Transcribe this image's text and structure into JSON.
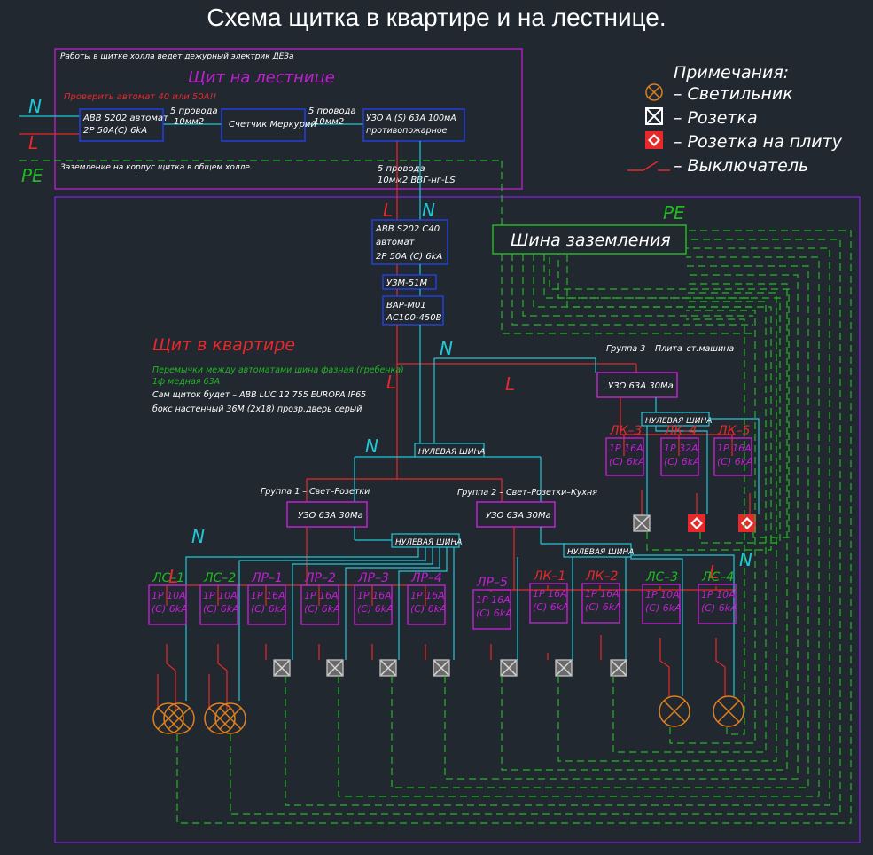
{
  "title": "Схема щитка в квартире и на лестнице.",
  "colors": {
    "background": "#212830",
    "red": "#e8282a",
    "cyan": "#20c8d8",
    "green": "#22b822",
    "magenta": "#c020d0",
    "purple": "#8020e0",
    "blue": "#2040e0",
    "white": "#ffffff",
    "yellow": "#e8e800",
    "orange": "#e08020"
  },
  "notes": {
    "heading": "Примечания:",
    "items": [
      {
        "icon": "lamp-icon",
        "label": "– Светильник"
      },
      {
        "icon": "socket-icon",
        "label": "– Розетка"
      },
      {
        "icon": "stove-socket-icon",
        "label": "– Розетка на плиту"
      },
      {
        "icon": "switch-icon",
        "label": "– Выключатель"
      }
    ]
  },
  "stair_panel": {
    "top_note": "Работы в щитке холла ведет дежурный электрик ДЕЗа",
    "label": "Щит на лестнице",
    "warning": "Проверить автомат 40 или 50А!!",
    "breaker": [
      "ABB S202 автомат",
      "2P 50A(C) 6kA"
    ],
    "wire1": [
      "5 провода",
      "10мм2"
    ],
    "meter": "Счетчик Меркурий",
    "wire2": [
      "5 провода",
      "10мм2"
    ],
    "rcd": [
      "УЗО А (S) 63А 100мА",
      "противопожарное"
    ],
    "earth_note": "Заземление на корпус щитка в общем холле.",
    "wire3": [
      "5 провода",
      "10мм2 ВВГ-нг-LS"
    ],
    "line_n": "N",
    "line_l": "L",
    "line_pe": "PE"
  },
  "apt_panel": {
    "label": "Щит в квартире",
    "note_green": [
      "Перемычки между автоматами шина фазная (гребенка)",
      "1ф медная 63А"
    ],
    "note_white": [
      "Сам щиток будет – ABB LUC 12 755 EUROPA IP65",
      "бокс настенный 36М (2х18) прозр.дверь серый"
    ],
    "main_breaker": [
      "ABB S202 C40",
      "автомат",
      "2P 50A (C) 6kA"
    ],
    "uzm": "УЗМ-51М",
    "var": [
      "ВАР-М01",
      "AC100-450В"
    ],
    "earth_bus": "Шина заземления",
    "pe": "PE",
    "neutral_bus": "НУЛЕВАЯ ШИНА",
    "group1": "Группа 1 – Свет–Розетки",
    "group2": "Группа 2 – Свет–Розетки–Кухня",
    "group3": "Группа 3 – Плита–ст.машина",
    "rcd30": "УЗО 63А 30Ма",
    "letter_n": "N",
    "letter_l": "L"
  },
  "breakers_g1": [
    {
      "name": "ЛС–1",
      "spec": [
        "1P 10A",
        "(C) 6kA"
      ],
      "load": "lamp"
    },
    {
      "name": "ЛС–2",
      "spec": [
        "1P 10A",
        "(C) 6kA"
      ],
      "load": "lamp"
    },
    {
      "name": "ЛР–1",
      "spec": [
        "1P 16A",
        "(C) 6kA"
      ],
      "load": "socket"
    },
    {
      "name": "ЛР–2",
      "spec": [
        "1P 16A",
        "(C) 6kA"
      ],
      "load": "socket"
    },
    {
      "name": "ЛР–3",
      "spec": [
        "1P 16A",
        "(C) 6kA"
      ],
      "load": "socket"
    },
    {
      "name": "ЛР–4",
      "spec": [
        "1P 16A",
        "(C) 6kA"
      ],
      "load": "socket"
    }
  ],
  "breakers_g2": [
    {
      "name": "ЛР–5",
      "spec": [
        "1P 16A",
        "(C) 6kA"
      ],
      "load": "socket"
    },
    {
      "name": "ЛК–1",
      "spec": [
        "1P 16A",
        "(C) 6kA"
      ],
      "load": "socket"
    },
    {
      "name": "ЛК–2",
      "spec": [
        "1P 16A",
        "(C) 6kA"
      ],
      "load": "socket"
    },
    {
      "name": "ЛС–3",
      "spec": [
        "1P 10A",
        "(C) 6kA"
      ],
      "load": "lamp"
    },
    {
      "name": "ЛС–4",
      "spec": [
        "1P 10A",
        "(C) 6kA"
      ],
      "load": "lamp"
    }
  ],
  "breakers_g3": [
    {
      "name": "ЛК–3",
      "spec": [
        "1P 16A",
        "(C) 6kA"
      ],
      "load": "socket"
    },
    {
      "name": "ЛК–4",
      "spec": [
        "1P 32A",
        "(C) 6kA"
      ],
      "load": "stove"
    },
    {
      "name": "ЛК–5",
      "spec": [
        "1P 16A",
        "(C) 6kA"
      ],
      "load": "stove"
    }
  ]
}
